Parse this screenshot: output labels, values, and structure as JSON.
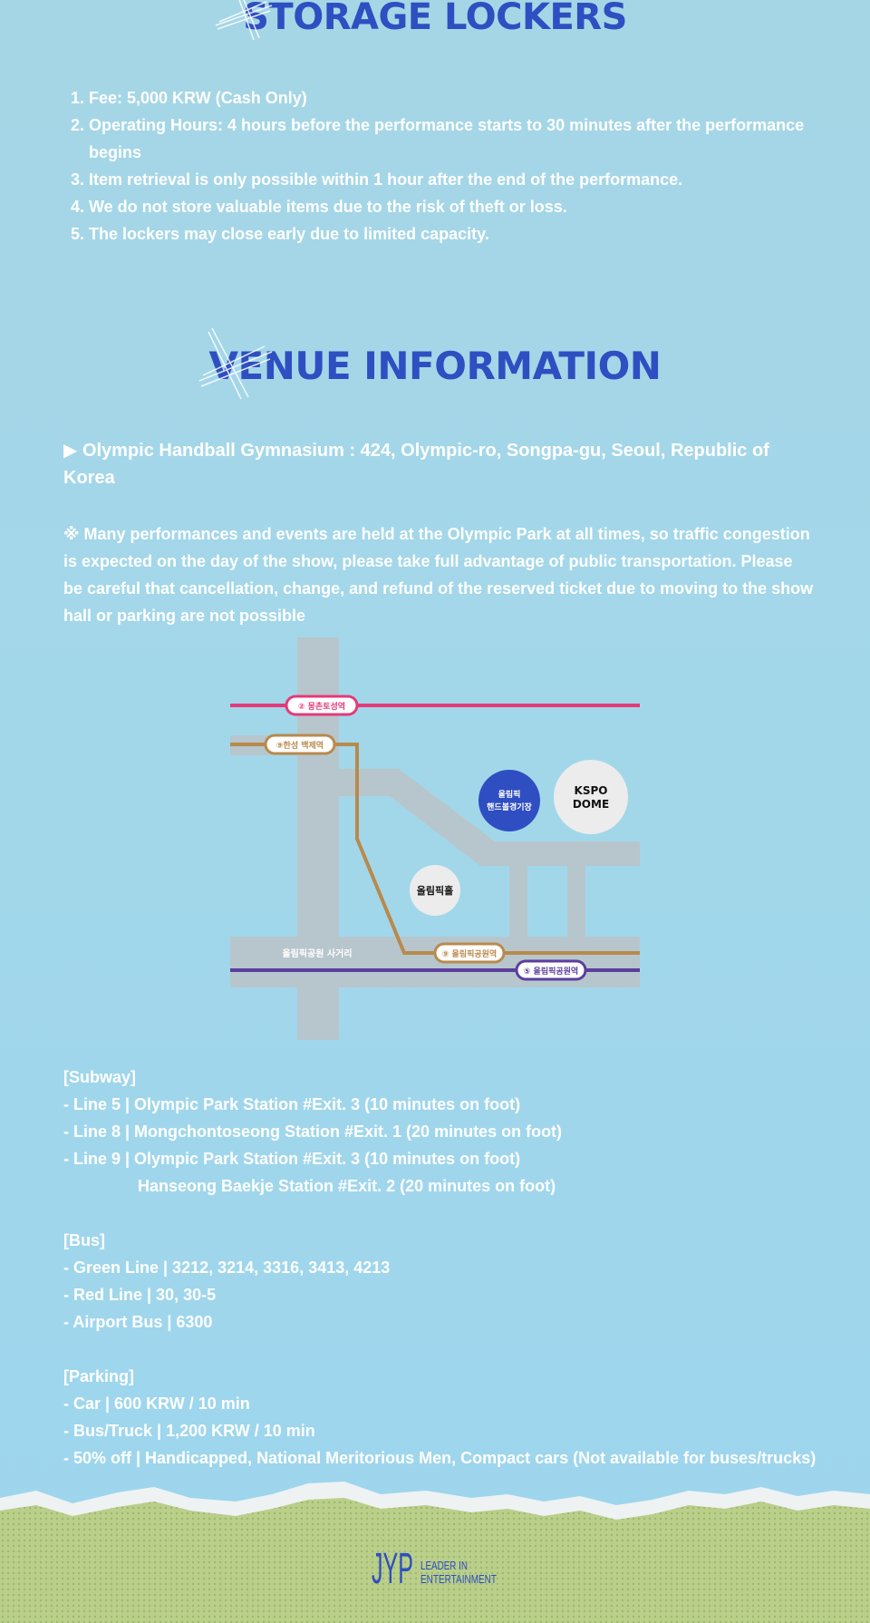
{
  "storage": {
    "title": "STORAGE LOCKERS",
    "rules": [
      "Fee: 5,000 KRW (Cash Only)",
      "Operating Hours: 4 hours before the performance starts to 30 minutes after the performance begins",
      "Item retrieval is only possible within 1 hour after the end of the performance.",
      "We do not store valuable items due to the risk of theft or loss.",
      "The lockers may close early due to limited capacity."
    ]
  },
  "venue": {
    "title": "VENUE INFORMATION",
    "address": "▶ Olympic Handball Gymnasium : 424, Olympic-ro, Songpa-gu, Seoul, Republic of Korea",
    "notice": "※ Many performances and events are held at the Olympic Park at all times, so traffic congestion is expected on the day of the show, please take full advantage of public transportation. Please be careful that cancellation, change, and refund of the reserved ticket due to moving to the show hall or parking are not possible"
  },
  "map": {
    "station_line2": "② 몽촌토성역",
    "station_hanseong": "⑨한성 백제역",
    "station_olympic9": "⑨ 올림픽공원역",
    "station_olympic5": "⑤ 올림픽공원역",
    "intersection": "올림픽공원 사거리",
    "handball_line1": "올림픽",
    "handball_line2": "핸드볼경기장",
    "kspo_line1": "KSPO",
    "kspo_line2": "DOME",
    "olympic_hall": "올림픽홀",
    "colors": {
      "line2": "#e43a78",
      "line9": "#b88a4c",
      "line5": "#5b3e9e",
      "road": "#b7c6cc",
      "handball": "#2f4ec1",
      "kspo": "#ececec"
    }
  },
  "subway": {
    "heading": "[Subway]",
    "items": [
      "-  Line 5 | Olympic Park Station #Exit. 3 (10 minutes on foot)",
      "-  Line 8 | Mongchontoseong Station #Exit. 1 (20 minutes on foot)",
      "-  Line 9 | Olympic Park Station #Exit. 3 (10 minutes on foot)"
    ],
    "continuation": "Hanseong Baekje Station #Exit. 2 (20 minutes on foot)"
  },
  "bus": {
    "heading": "[Bus]",
    "items": [
      "-  Green Line | 3212, 3214, 3316, 3413, 4213",
      "-  Red Line | 30, 30-5",
      "-  Airport Bus | 6300"
    ]
  },
  "parking": {
    "heading": "[Parking]",
    "items": [
      "-  Car | 600 KRW / 10 min",
      "-  Bus/Truck | 1,200 KRW / 10 min",
      "-  50% off | Handicapped, National Meritorious Men, Compact cars (Not available for buses/trucks)"
    ]
  },
  "footer": {
    "logo_mark": "JYP",
    "tagline_line1": "LEADER IN",
    "tagline_line2": "ENTERTAINMENT"
  }
}
